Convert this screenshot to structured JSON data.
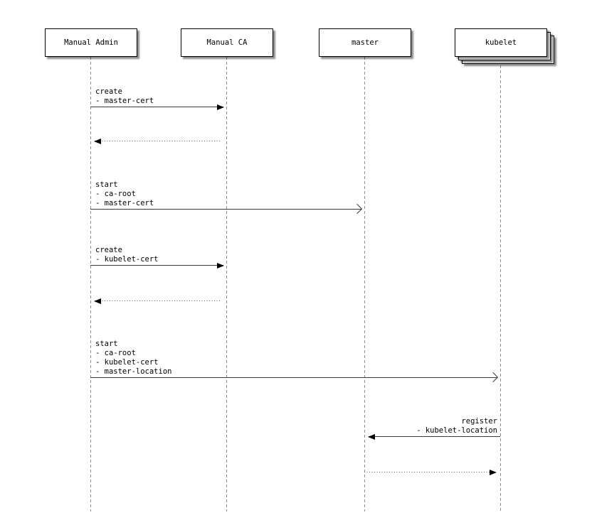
{
  "colors": {
    "background": "#ffffff",
    "box_fill": "#ffffff",
    "box_border": "#000000",
    "lifeline": "#8c8c8c",
    "arrow_line": "#3b3b3b",
    "arrow_head": "#000000",
    "text": "#000000"
  },
  "actors": [
    {
      "name": "Manual Admin",
      "multi_instance": false
    },
    {
      "name": "Manual CA",
      "multi_instance": false
    },
    {
      "name": "master",
      "multi_instance": false
    },
    {
      "name": "kubelet",
      "multi_instance": true
    }
  ],
  "messages": [
    {
      "from": "Manual Admin",
      "to": "Manual CA",
      "label": "create\n- master-cert",
      "line": "solid",
      "arrowhead": "filled"
    },
    {
      "from": "Manual CA",
      "to": "Manual Admin",
      "label": "",
      "line": "dotted",
      "arrowhead": "filled"
    },
    {
      "from": "Manual Admin",
      "to": "master",
      "label": "start\n- ca-root\n- master-cert",
      "line": "solid",
      "arrowhead": "open"
    },
    {
      "from": "Manual Admin",
      "to": "Manual CA",
      "label": "create\n- kubelet-cert",
      "line": "solid",
      "arrowhead": "filled"
    },
    {
      "from": "Manual CA",
      "to": "Manual Admin",
      "label": "",
      "line": "dotted",
      "arrowhead": "filled"
    },
    {
      "from": "Manual Admin",
      "to": "kubelet",
      "label": "start\n- ca-root\n- kubelet-cert\n- master-location",
      "line": "solid",
      "arrowhead": "open"
    },
    {
      "from": "kubelet",
      "to": "master",
      "label": "register\n- kubelet-location",
      "line": "solid",
      "arrowhead": "filled"
    },
    {
      "from": "master",
      "to": "kubelet",
      "label": "",
      "line": "dotted",
      "arrowhead": "filled"
    }
  ]
}
